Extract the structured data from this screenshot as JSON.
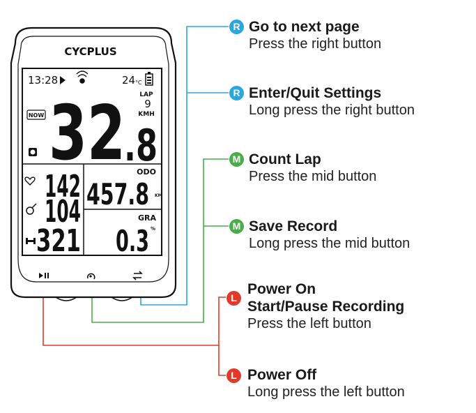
{
  "device": {
    "brand": "CYCPLUS",
    "clock": "13:28",
    "temperature": "24",
    "temp_unit": "°C",
    "now_badge": "NOW",
    "speed_int": "32",
    "speed_dec": ".8",
    "lap_label": "LAP",
    "lap_value": "9",
    "speed_unit": "KMH",
    "heart_rate": "142",
    "cadence": "104",
    "power": "321",
    "odo_label": "ODO",
    "odo_value": "457.8",
    "odo_unit": "KM",
    "gra_label": "GRA",
    "gra_value": "0.3",
    "gra_unit": "%"
  },
  "colors": {
    "right_button": "#2aa7dd",
    "mid_button": "#4aac4a",
    "left_button": "#e23a2a"
  },
  "callouts": [
    {
      "badge": "R",
      "title": "Go to next page",
      "desc": "Press the right button"
    },
    {
      "badge": "R",
      "title": "Enter/Quit Settings",
      "desc": "Long press the right button"
    },
    {
      "badge": "M",
      "title": "Count Lap",
      "desc": "Press the mid button"
    },
    {
      "badge": "M",
      "title": "Save Record",
      "desc": "Long press the mid button"
    },
    {
      "badge": "L",
      "title": "Power On",
      "title2": "Start/Pause Recording",
      "desc": "Press the left button"
    },
    {
      "badge": "L",
      "title": "Power Off",
      "desc": "Long press the left button"
    }
  ]
}
